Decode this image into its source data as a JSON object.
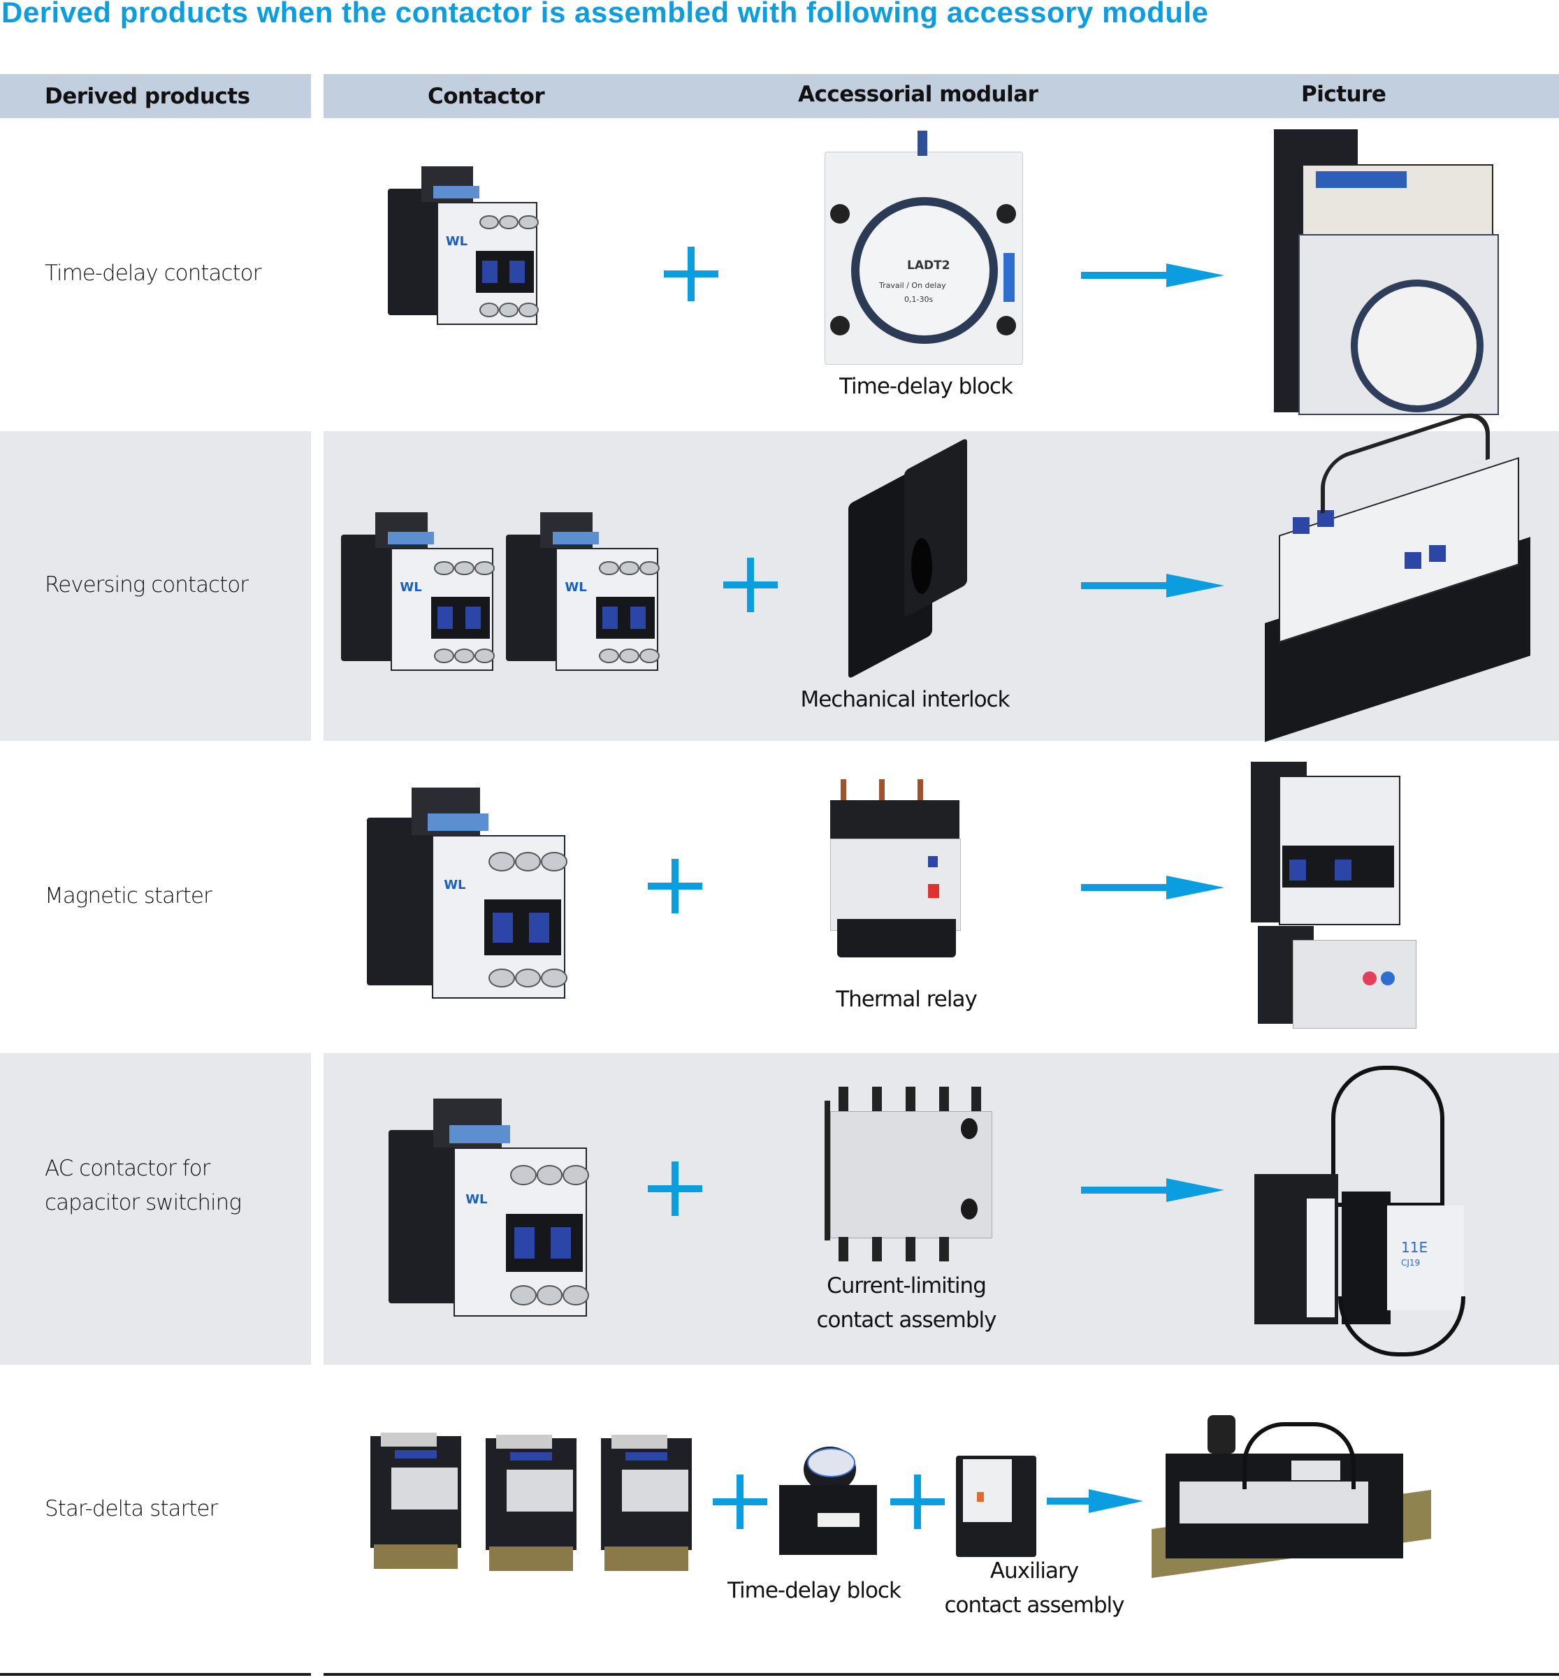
{
  "title": "Derived products when the contactor is assembled with following accessory module",
  "header": {
    "derived_products": "Derived products",
    "contactor": "Contactor",
    "accessorial_modular": "Accessorial modular",
    "picture": "Picture"
  },
  "colors": {
    "accent": "#0a9de0",
    "header_bg": "#c1cfdf",
    "row_alt_bg": "#e6e8eb"
  },
  "rows": [
    {
      "derived_product": "Time-delay contactor",
      "contactor_count": 1,
      "accessories": [
        "Time-delay block"
      ],
      "accessory_print": {
        "model": "LADT2",
        "mode": "Travail / On delay",
        "range": "0,1-30s"
      },
      "operator": "plus",
      "result": "arrow"
    },
    {
      "derived_product": "Reversing contactor",
      "contactor_count": 2,
      "accessories": [
        "Mechanical interlock"
      ],
      "operator": "plus",
      "result": "arrow"
    },
    {
      "derived_product": "Magnetic starter",
      "contactor_count": 1,
      "accessories": [
        "Thermal relay"
      ],
      "operator": "plus",
      "result": "arrow"
    },
    {
      "derived_product_lines": [
        "AC contactor for",
        "capacitor switching"
      ],
      "contactor_count": 1,
      "accessory_lines": [
        "Current-limiting",
        "contact assembly"
      ],
      "result_print": {
        "code": "11E",
        "model": "CJ19"
      },
      "operator": "plus",
      "result": "arrow"
    },
    {
      "derived_product": "Star-delta starter",
      "contactor_count": 3,
      "accessories": [
        "Time-delay block"
      ],
      "accessory2_lines": [
        "Auxiliary",
        "contact assembly"
      ],
      "operator": "plus",
      "result": "arrow"
    }
  ]
}
